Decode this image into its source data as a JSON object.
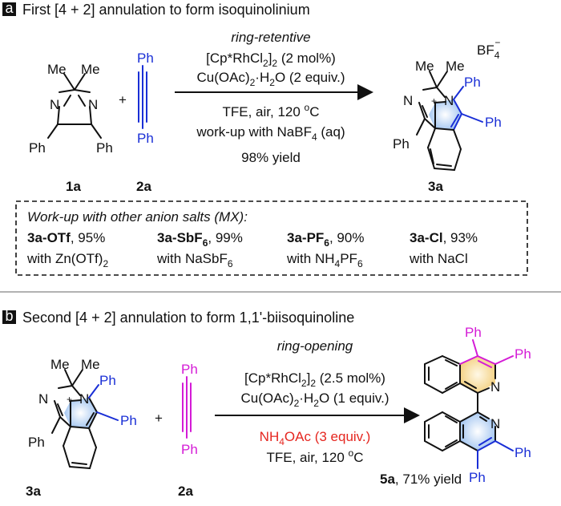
{
  "panel_a": {
    "letter": "a",
    "title": "First [4 + 2] annulation to form isoquinolinium",
    "sm1": {
      "me_left": "Me",
      "me_right": "Me",
      "n_left": "N",
      "n_right": "N",
      "ph_left": "Ph",
      "ph_right": "Ph",
      "label": "1a"
    },
    "plus": "+",
    "alkyne": {
      "ph_top": "Ph",
      "ph_bottom": "Ph",
      "label": "2a"
    },
    "conditions": {
      "mode": "ring-retentive",
      "catalyst_main": "[Cp*RhCl",
      "catalyst_sub": "2",
      "catalyst_mid": "]",
      "catalyst_sub2": "2",
      "catalyst_tail": " (2 mol%)",
      "oxidant_main": "Cu(OAc)",
      "oxidant_sub": "2",
      "oxidant_tail": "·H",
      "oxidant_sub2": "2",
      "oxidant_end": "O (2 equiv.)",
      "solvent_main": "TFE, air, 120 ",
      "solvent_sup": "o",
      "solvent_end": "C",
      "workup_main": "work-up with NaBF",
      "workup_sub": "4",
      "workup_end": " (aq)",
      "yield": "98% yield"
    },
    "product": {
      "me_left": "Me",
      "me_right": "Me",
      "n_left": "N",
      "n_plus": "N",
      "plus": "+",
      "anion": "BF",
      "anion_sub": "4",
      "anion_sup": "−",
      "ph_top": "Ph",
      "ph_right": "Ph",
      "ph_left": "Ph",
      "label": "3a"
    },
    "box": {
      "heading": "Work-up with other anion salts (MX):",
      "items": [
        {
          "name": "3a-OTf",
          "sub": "",
          "yield": ", 95%",
          "reagent": "with Zn(OTf)",
          "reagent_sub": "2",
          "reagent_tail": ""
        },
        {
          "name": "3a-SbF",
          "sub": "6",
          "yield": ", 99%",
          "reagent": "with NaSbF",
          "reagent_sub": "6",
          "reagent_tail": ""
        },
        {
          "name": "3a-PF",
          "sub": "6",
          "yield": ", 90%",
          "reagent": "with NH",
          "reagent_sub": "4",
          "reagent_tail": "PF6"
        },
        {
          "name": "3a-Cl",
          "sub": "",
          "yield": ", 93%",
          "reagent": "with NaCl",
          "reagent_sub": "",
          "reagent_tail": ""
        }
      ]
    }
  },
  "panel_b": {
    "letter": "b",
    "title": "Second  [4 + 2] annulation to form 1,1'-biisoquinoline",
    "sm": {
      "me_left": "Me",
      "me_right": "Me",
      "n_left": "N",
      "n_plus": "N",
      "plus": "+",
      "ph_top": "Ph",
      "ph_right": "Ph",
      "ph_left": "Ph",
      "label": "3a"
    },
    "plus": "+",
    "alkyne": {
      "ph_top": "Ph",
      "ph_bottom": "Ph",
      "label": "2a"
    },
    "conditions": {
      "mode": "ring-opening",
      "catalyst_main": "[Cp*RhCl",
      "catalyst_sub": "2",
      "catalyst_mid": "]",
      "catalyst_sub2": "2",
      "catalyst_tail": " (2.5 mol%)",
      "oxidant_main": "Cu(OAc)",
      "oxidant_sub": "2",
      "oxidant_tail": "·H",
      "oxidant_sub2": "2",
      "oxidant_end": "O (1 equiv.)",
      "additive_main": "NH",
      "additive_sub": "4",
      "additive_end": "OAc (3 equiv.)",
      "solvent_main": "TFE, air, 120 ",
      "solvent_sup": "o",
      "solvent_end": "C"
    },
    "product": {
      "ph1": "Ph",
      "ph2": "Ph",
      "n_top": "N",
      "n_bottom": "N",
      "ph3": "Ph",
      "ph4": "Ph",
      "label": "5a",
      "yield": ", 71% yield"
    }
  },
  "colors": {
    "blue": "#1a2fd6",
    "magenta": "#d41bd6",
    "red": "#e5261f",
    "ring_blue": "#a9c9f2",
    "ring_yellow": "#f7dc9a"
  }
}
